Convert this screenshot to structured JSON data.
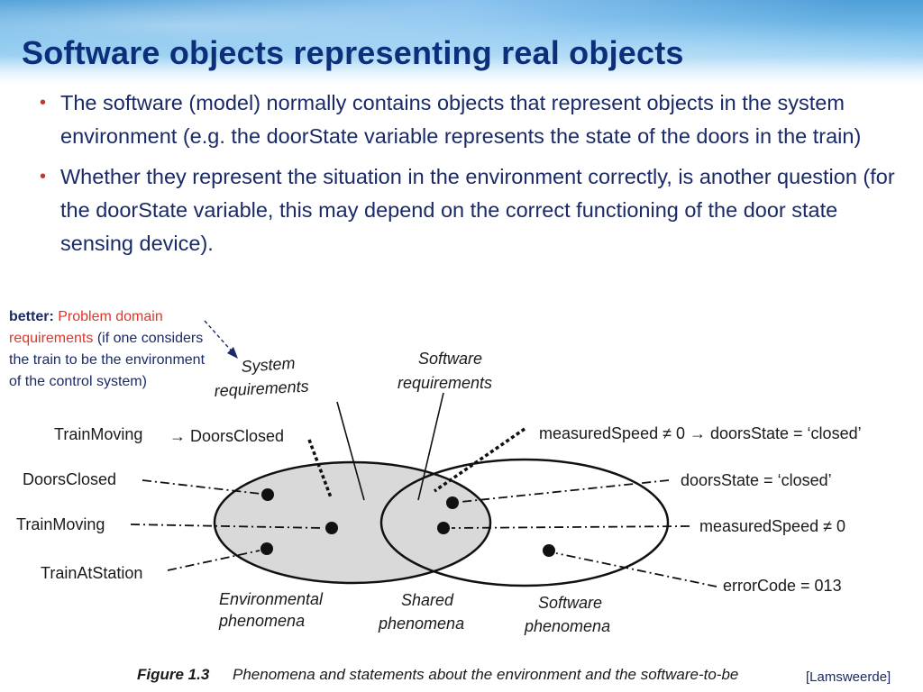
{
  "slide": {
    "title": "Software objects representing real objects",
    "bullets": [
      "The software (model) normally contains objects that represent objects in the system environment (e.g. the doorState variable represents the state of the doors in the train)",
      "Whether they represent the situation in the environment correctly, is another question (for the doorState variable, this may depend on the correct functioning of the door state sensing device)."
    ],
    "bullet_symbol": "•",
    "note": {
      "prefix": "better:",
      "highlight": "Problem domain requirements",
      "rest": " (if one considers the train to be the environment of the control system)"
    },
    "credit": "[Lamsweerde]"
  },
  "figure": {
    "top_labels": {
      "system_requirements": [
        "System",
        "requirements"
      ],
      "software_requirements": [
        "Software",
        "requirements"
      ]
    },
    "left_statements": {
      "train_rule": "TrainMoving",
      "train_rule_arrow": "→ DoorsClosed",
      "doors_closed": "DoorsClosed",
      "train_moving": "TrainMoving",
      "train_at_station": "TrainAtStation"
    },
    "right_statements": {
      "speed_rule": "measuredSpeed ≠ 0 → doorsState = ‘closed’",
      "doors_state": "doorsState = ‘closed’",
      "measured_speed": "measuredSpeed ≠ 0",
      "error_code": "errorCode = 013"
    },
    "region_labels": {
      "environmental": [
        "Environmental",
        "phenomena"
      ],
      "shared": [
        "Shared",
        "phenomena"
      ],
      "software": [
        "Software",
        "phenomena"
      ]
    },
    "caption_number": "Figure 1.3",
    "caption_text": "Phenomena and statements about the environment and the software-to-be"
  },
  "colors": {
    "title": "#0d2f7a",
    "text": "#1a2a66",
    "accent_red": "#e0362a",
    "env_fill": "#d9d9d9"
  }
}
